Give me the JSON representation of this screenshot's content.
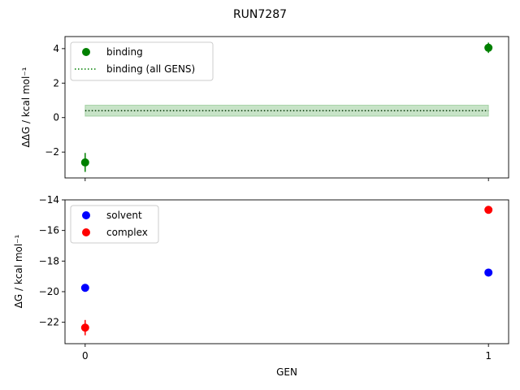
{
  "chart_data": [
    {
      "type": "scatter",
      "suptitle": "RUN7287",
      "xlabel": "",
      "ylabel": "ΔΔG / kcal mol⁻¹",
      "xlim": [
        -0.05,
        1.05
      ],
      "ylim": [
        -3.5,
        4.7
      ],
      "yticks": [
        -2,
        0,
        2,
        4
      ],
      "xticks": [
        0,
        1
      ],
      "grid": false,
      "legend": "top-left",
      "series": [
        {
          "name": "binding",
          "color": "#008000",
          "points": [
            {
              "x": 0,
              "y": -2.6,
              "err": 0.55
            },
            {
              "x": 1,
              "y": 4.05,
              "err": 0.3
            }
          ]
        }
      ],
      "reference": {
        "name": "binding (all GENS)",
        "color": "#008000",
        "y": 0.4,
        "band": [
          0.08,
          0.72
        ],
        "x_range": [
          0,
          1
        ]
      }
    },
    {
      "type": "scatter",
      "xlabel": "GEN",
      "ylabel": "ΔG / kcal mol⁻¹",
      "xlim": [
        -0.05,
        1.05
      ],
      "ylim": [
        -23.4,
        -14.0
      ],
      "yticks": [
        -22,
        -20,
        -18,
        -16,
        -14
      ],
      "xticks": [
        0,
        1
      ],
      "grid": false,
      "legend": "top-left",
      "series": [
        {
          "name": "solvent",
          "color": "#0000ff",
          "points": [
            {
              "x": 0,
              "y": -19.75,
              "err": 0.0
            },
            {
              "x": 1,
              "y": -18.75,
              "err": 0.0
            }
          ]
        },
        {
          "name": "complex",
          "color": "#ff0000",
          "points": [
            {
              "x": 0,
              "y": -22.35,
              "err": 0.5
            },
            {
              "x": 1,
              "y": -14.65,
              "err": 0.0
            }
          ]
        }
      ]
    }
  ]
}
